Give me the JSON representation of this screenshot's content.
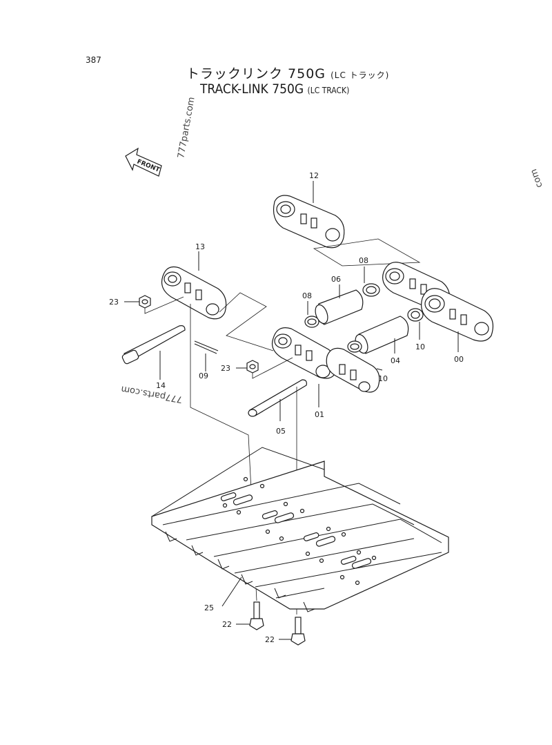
{
  "header": {
    "page_number": "387",
    "title_jp_main": "トラックリンク 750G",
    "title_jp_sub": "(LC トラック)",
    "title_en_main": "TRACK-LINK 750G",
    "title_en_sub": "(LC TRACK)"
  },
  "front_arrow": {
    "label": "FRONT"
  },
  "watermarks": [
    "777parts.com",
    "777parts.com",
    "com"
  ],
  "callouts": {
    "c12": "12",
    "c13": "13",
    "c23a": "23",
    "c23b": "23",
    "c08a": "08",
    "c08b": "08",
    "c06": "06",
    "c04": "04",
    "c10a": "10",
    "c10b": "10",
    "c00": "00",
    "c14": "14",
    "c09": "09",
    "c01": "01",
    "c05": "05",
    "c25": "25",
    "c22a": "22",
    "c22b": "22"
  }
}
